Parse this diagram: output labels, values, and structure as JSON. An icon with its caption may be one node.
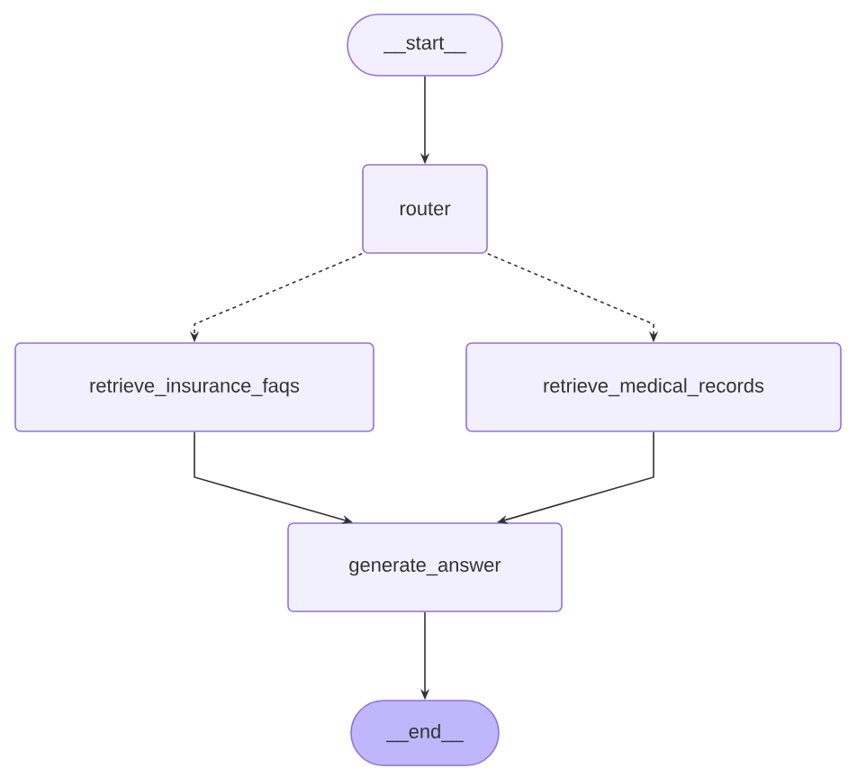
{
  "diagram": {
    "nodes": [
      {
        "text": [
          "__start__"
        ]
      },
      {
        "text": [
          "router"
        ]
      },
      {
        "text": [
          "retrieve_insurance_faqs"
        ]
      },
      {
        "text": [
          "retrieve_medical_records"
        ]
      },
      {
        "text": [
          "generate_answer"
        ]
      },
      {
        "text": [
          "__end__"
        ]
      }
    ],
    "edges": [
      {
        "from": 0,
        "to": 1,
        "arrow": "to"
      },
      {
        "from": 1,
        "to": 2,
        "arrow": "to",
        "style": "dashed"
      },
      {
        "from": 1,
        "to": 3,
        "arrow": "to",
        "style": "dashed"
      },
      {
        "from": 2,
        "to": 4,
        "arrow": "to"
      },
      {
        "from": 3,
        "to": 4,
        "arrow": "to"
      },
      {
        "from": 4,
        "to": 5,
        "arrow": "to"
      }
    ]
  }
}
